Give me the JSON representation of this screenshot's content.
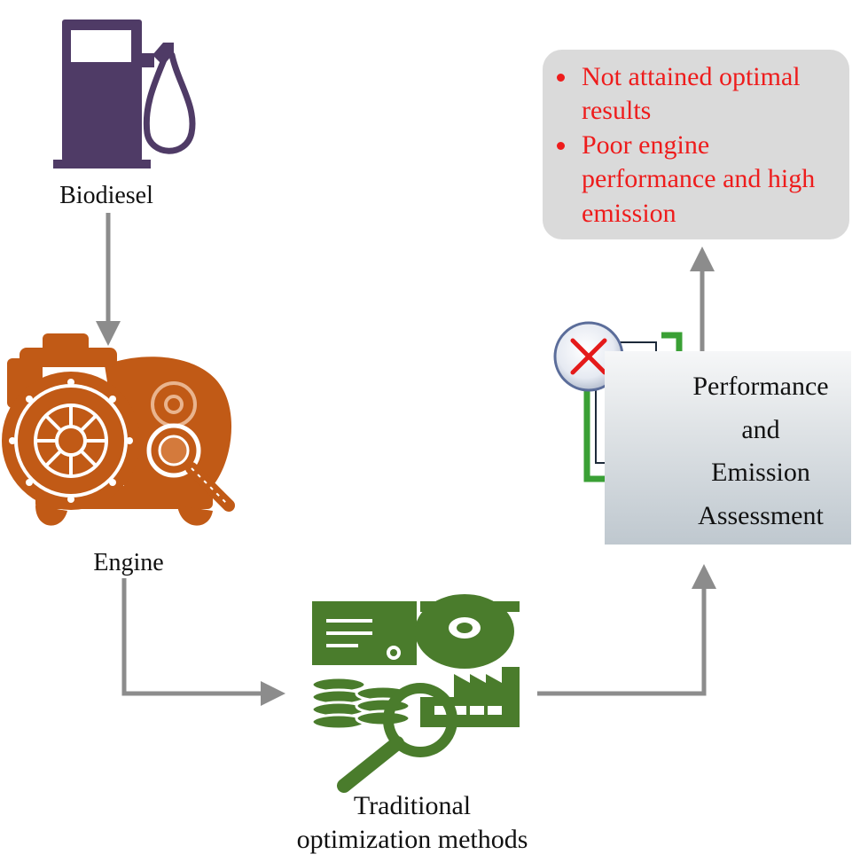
{
  "nodes": {
    "biodiesel": {
      "label": "Biodiesel"
    },
    "engine": {
      "label": "Engine"
    },
    "traditional": {
      "label_line1": "Traditional",
      "label_line2": "optimization methods"
    },
    "assessment": {
      "line1": "Performance",
      "line2": "and",
      "line3": "Emission",
      "line4": "Assessment"
    }
  },
  "callout": {
    "items": [
      {
        "text": "Not attained optimal results"
      },
      {
        "text": "Poor engine performance and high emission"
      }
    ]
  },
  "colors": {
    "fuel_pump": "#4f3b66",
    "engine": "#c15a16",
    "optimization": "#4a7c2c",
    "arrow": "#8c8c8c",
    "callout_text": "#ee1c1c",
    "bracket": "#3aa035",
    "reject_x": "#e41a1a"
  },
  "icons": {
    "biodiesel": "fuel-pump-icon",
    "engine": "engine-gear-icon",
    "traditional": "optimization-tools-icon",
    "reject": "reject-x-icon",
    "document": "document-icon"
  }
}
